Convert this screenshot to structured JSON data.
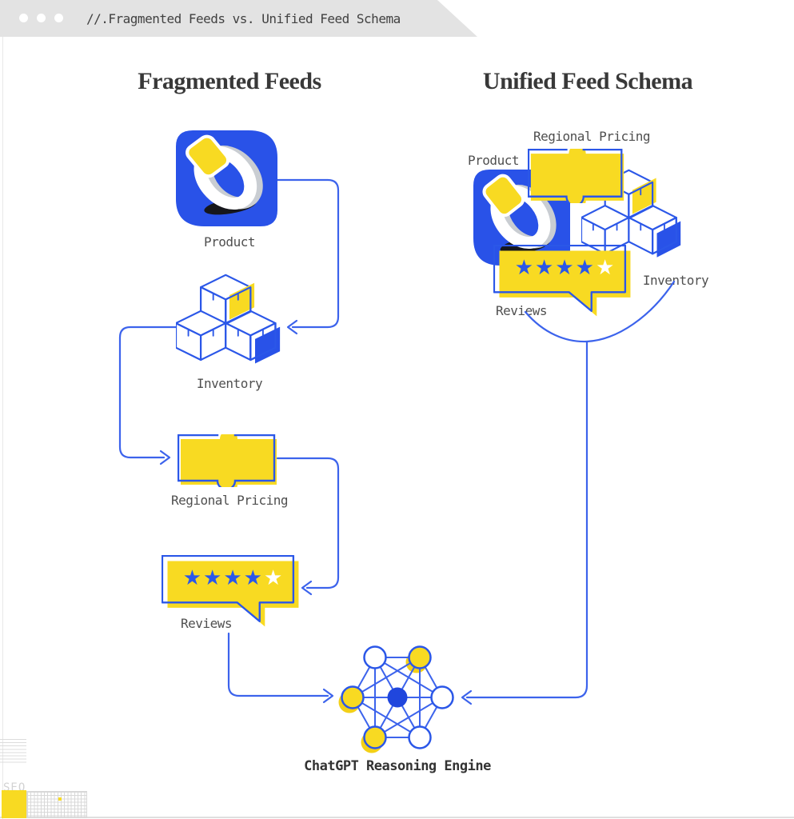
{
  "tab": {
    "title": "//.Fragmented Feeds vs. Unified Feed Schema"
  },
  "headings": {
    "left": "Fragmented Feeds",
    "right": "Unified Feed Schema"
  },
  "left_flow": {
    "product_label": "Product",
    "inventory_label": "Inventory",
    "pricing_label": "Regional Pricing",
    "reviews_label": "Reviews"
  },
  "unified_cluster": {
    "product_label": "Product",
    "pricing_label": "Regional Pricing",
    "inventory_label": "Inventory",
    "reviews_label": "Reviews"
  },
  "reviews_rating": {
    "stars_filled": "★★★★",
    "stars_empty": "★"
  },
  "engine": {
    "label": "ChatGPT Reasoning Engine"
  },
  "decor": {
    "seo_text": "SEO"
  },
  "colors": {
    "blue": "#2952e8",
    "line_blue": "#3c63ec",
    "yellow": "#f8da22",
    "tab_gray": "#e3e3e3"
  }
}
